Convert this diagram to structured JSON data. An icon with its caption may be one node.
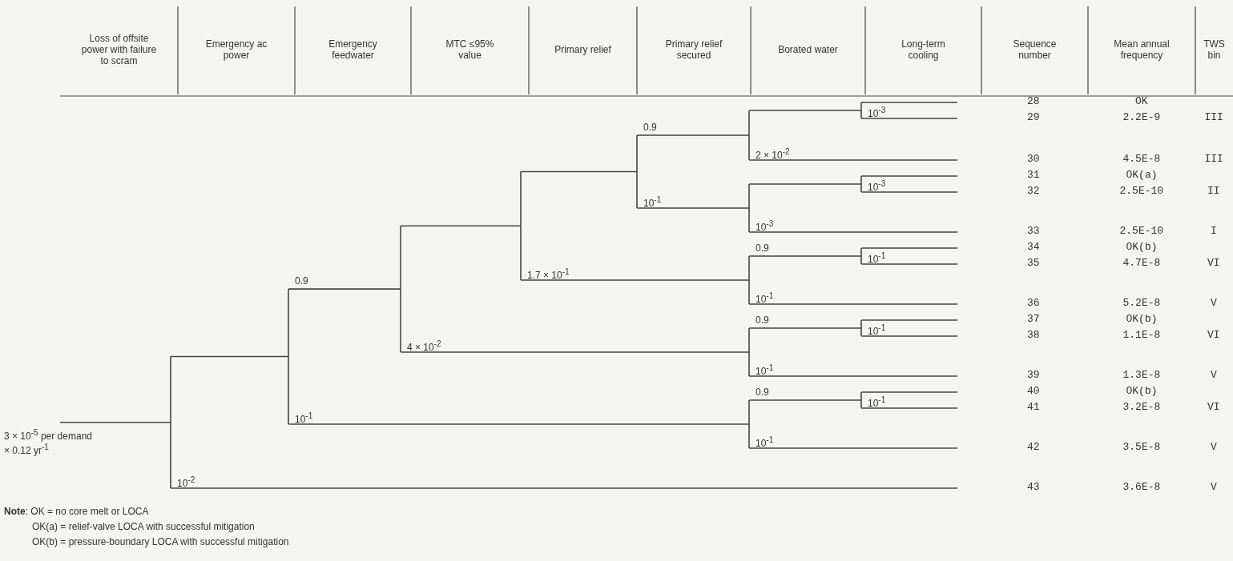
{
  "diagram": {
    "labels": [
      "Loss of offsite power with failure to scram",
      "Emergency ac power",
      "Emergency feedwater",
      "MTC ≤95% value",
      "Primary relief",
      "Primary relief secured",
      "Borated water",
      "Long-term cooling",
      "Sequence number",
      "Mean annual frequency",
      "TWS bin",
      "0.9",
      "10$^{-3}$",
      "2 × 10$^{-2}$",
      "10$^{-1}$",
      "10$^{-3}$",
      "10$^{-3}$",
      "0.9",
      "0.9",
      "1.7 × 10$^{-1}$",
      "10$^{-1}$",
      "10$^{-1}$",
      "0.9",
      "4 × 10$^{-2}$",
      "10$^{-1}$",
      "10$^{-1}$",
      "0.9",
      "10$^{-1}$",
      "10$^{-1}$",
      "3 × 10$^{-5}$ per demand",
      "× 0.12 yr$^{-1}$",
      "10$^{-1}$",
      "10$^{-2}$",
      "28",
      "OK",
      "29",
      "2.2E-9",
      "III",
      "30",
      "4.5E-8",
      "III",
      "31",
      "OK(a)",
      "32",
      "2.5E-10",
      "II",
      "33",
      "2.5E-10",
      "I",
      "34",
      "OK(b)",
      "35",
      "4.7E-8",
      "VI",
      "36",
      "5.2E-8",
      "V",
      "37",
      "OK(b)",
      "38",
      "1.1E-8",
      "VI",
      "39",
      "1.3E-8",
      "V",
      "40",
      "OK(b)",
      "41",
      "3.2E-8",
      "VI",
      "42",
      "3.5E-8",
      "V",
      "43",
      "3.6E-8",
      "V",
      "**Note**: OK = no core melt or LOCA",
      "OK(a) = relief-valve LOCA with successful mitigation",
      "OK(b) = pressure-boundary LOCA with successful mitigation"
    ]
  }
}
